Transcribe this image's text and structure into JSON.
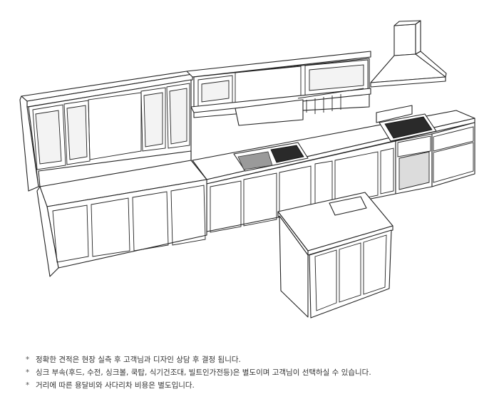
{
  "illustration": {
    "subject": "kitchen-line-drawing"
  },
  "notes": [
    {
      "bullet": "*",
      "text": "정확한 견적은 현장 실측 후 고객님과 디자인 상담 후 결정 됩니다."
    },
    {
      "bullet": "*",
      "text": "싱크 부속(후드, 수전, 싱크볼, 쿡탑, 식기건조대, 빌트인가전등)은 별도이며 고객님이 선택하실 수 있습니다."
    },
    {
      "bullet": "*",
      "text": "거리에 따른 용달비와 사다리차 비용은 별도입니다."
    }
  ]
}
